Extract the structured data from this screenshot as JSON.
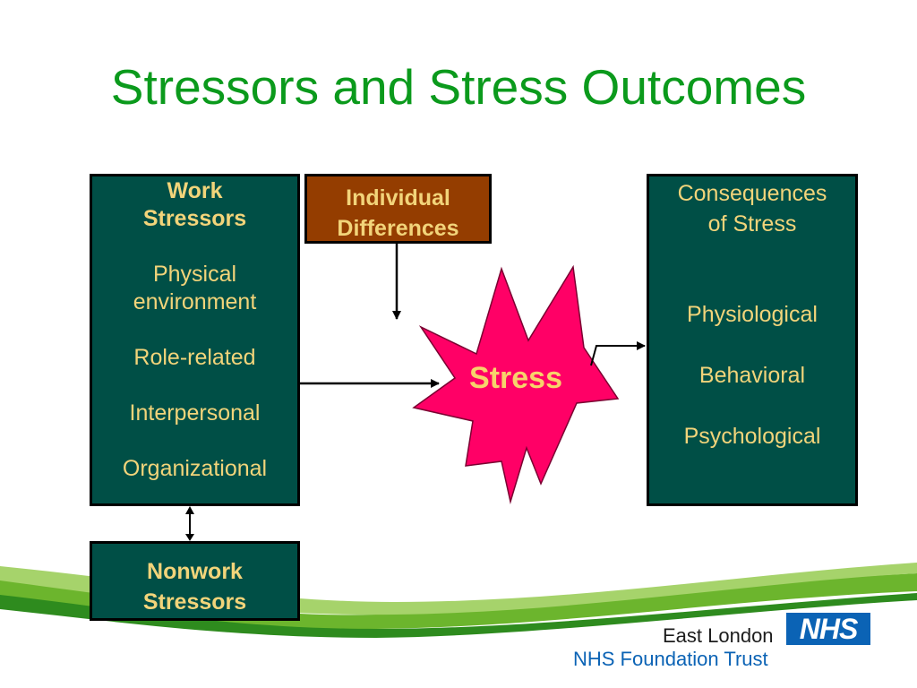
{
  "slide": {
    "title": "Stressors and Stress Outcomes"
  },
  "work_box": {
    "heading_line1": "Work",
    "heading_line2": "Stressors",
    "items": [
      [
        "Physical",
        "environment"
      ],
      [
        "Role-related"
      ],
      [
        "Interpersonal"
      ],
      [
        "Organizational"
      ]
    ]
  },
  "nonwork_box": {
    "line1": "Nonwork",
    "line2": "Stressors"
  },
  "individual_box": {
    "line1": "Individual",
    "line2": "Differences"
  },
  "stress": {
    "label": "Stress"
  },
  "consequences_box": {
    "heading_line1": "Consequences",
    "heading_line2": "of Stress",
    "items": [
      "Physiological",
      "Behavioral",
      "Psychological"
    ]
  },
  "logo": {
    "line1": "East London",
    "line2": "NHS Foundation Trust",
    "badge": "NHS"
  },
  "colors": {
    "title": "#0b9a1c",
    "box_fill": "#004f46",
    "box_text": "#f2d47a",
    "individual_fill": "#943d00",
    "stress_fill": "#ff0066",
    "nhs_blue": "#0b63b5"
  }
}
